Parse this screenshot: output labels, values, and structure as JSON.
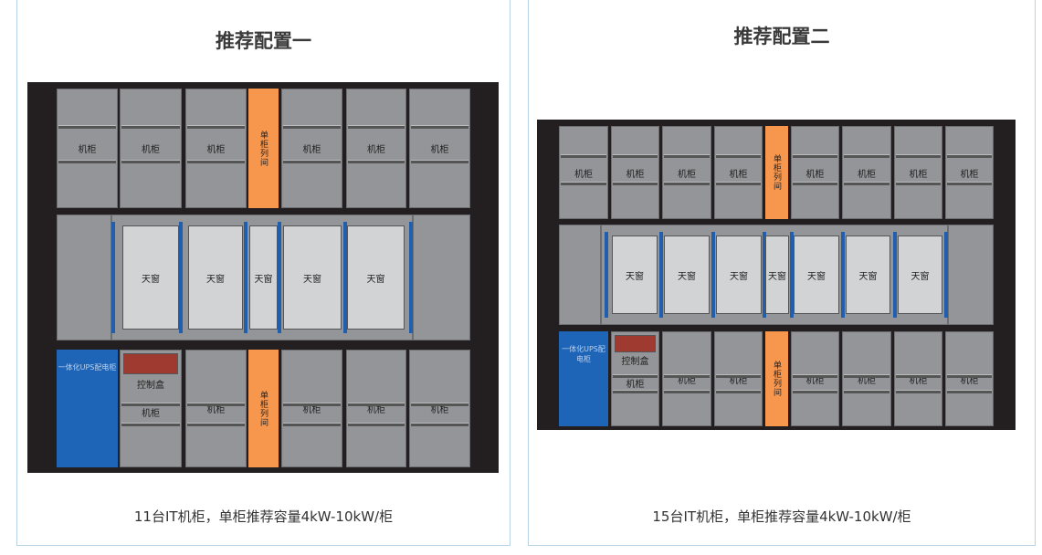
{
  "labels": {
    "cabinet": "机柜",
    "skylight": "天窗",
    "column_ac": "单柜列间",
    "ups": "一体化UPS配电柜",
    "control_box": "控制盒"
  },
  "configs": [
    {
      "title": "推荐配置一",
      "caption": "11台IT机柜，单柜推荐容量4kW-10kW/柜"
    },
    {
      "title": "推荐配置二",
      "caption": "15台IT机柜，单柜推荐容量4kW-10kW/柜"
    }
  ],
  "colors": {
    "cabinet": "#939598",
    "column_ac": "#f7964d",
    "ups": "#1e65b8",
    "control_box": "#9e3a2f",
    "skylight": "#d1d3d4",
    "frame": "#231f20"
  }
}
